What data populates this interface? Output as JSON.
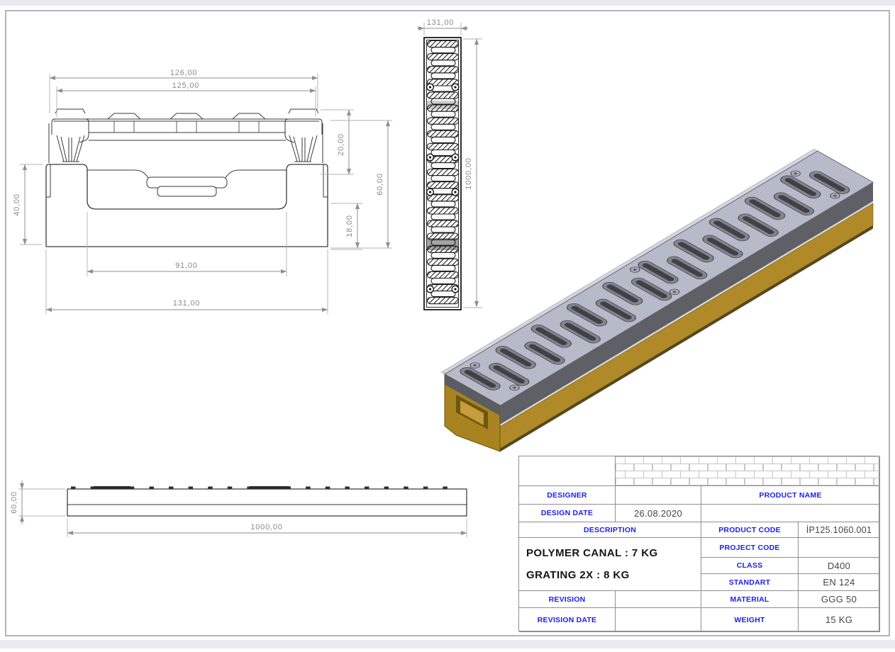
{
  "sheet": {
    "bg": "#ffffff",
    "margin_color": "#e9e9ee",
    "frame_color": "#b3b3bc"
  },
  "front_view": {
    "dims": {
      "d126": "126,00",
      "d125": "125,00",
      "d20": "20,00",
      "d60": "60,00",
      "d40": "40,00",
      "d18": "18,00",
      "d91": "91,00",
      "d131": "131,00"
    }
  },
  "top_view": {
    "dims": {
      "d131": "131,00",
      "d1000": "1000,00"
    }
  },
  "side_view": {
    "dims": {
      "d60": "60,00",
      "d1000": "1000,00"
    }
  },
  "iso_view": {
    "colors": {
      "grating_top": "#b7bbc9",
      "grating_slot": "#83868f",
      "grating_side": "#5f6066",
      "polymer_gold": "#b08a28",
      "polymer_light": "#c59d3c"
    }
  },
  "title_block": {
    "label_color": "#1d1df0",
    "designer_label": "DESIGNER",
    "design_date_label": "DESIGN DATE",
    "design_date_value": "26.08.2020",
    "description_label": "DESCRIPTION",
    "description_line1": "POLYMER CANAL :  7 KG",
    "description_line2": "GRATING 2X : 8 KG",
    "revision_label": "REVISION",
    "revision_date_label": "REVISION DATE",
    "product_name_label": "PRODUCT NAME",
    "product_code_label": "PRODUCT CODE",
    "product_code_value": "İP125.1060.001",
    "project_code_label": "PROJECT CODE",
    "class_label": "CLASS",
    "class_value": "D400",
    "standart_label": "STANDART",
    "standart_value": "EN 124",
    "material_label": "MATERIAL",
    "material_value": "GGG 50",
    "weight_label": "WEIGHT",
    "weight_value": "15 KG"
  }
}
